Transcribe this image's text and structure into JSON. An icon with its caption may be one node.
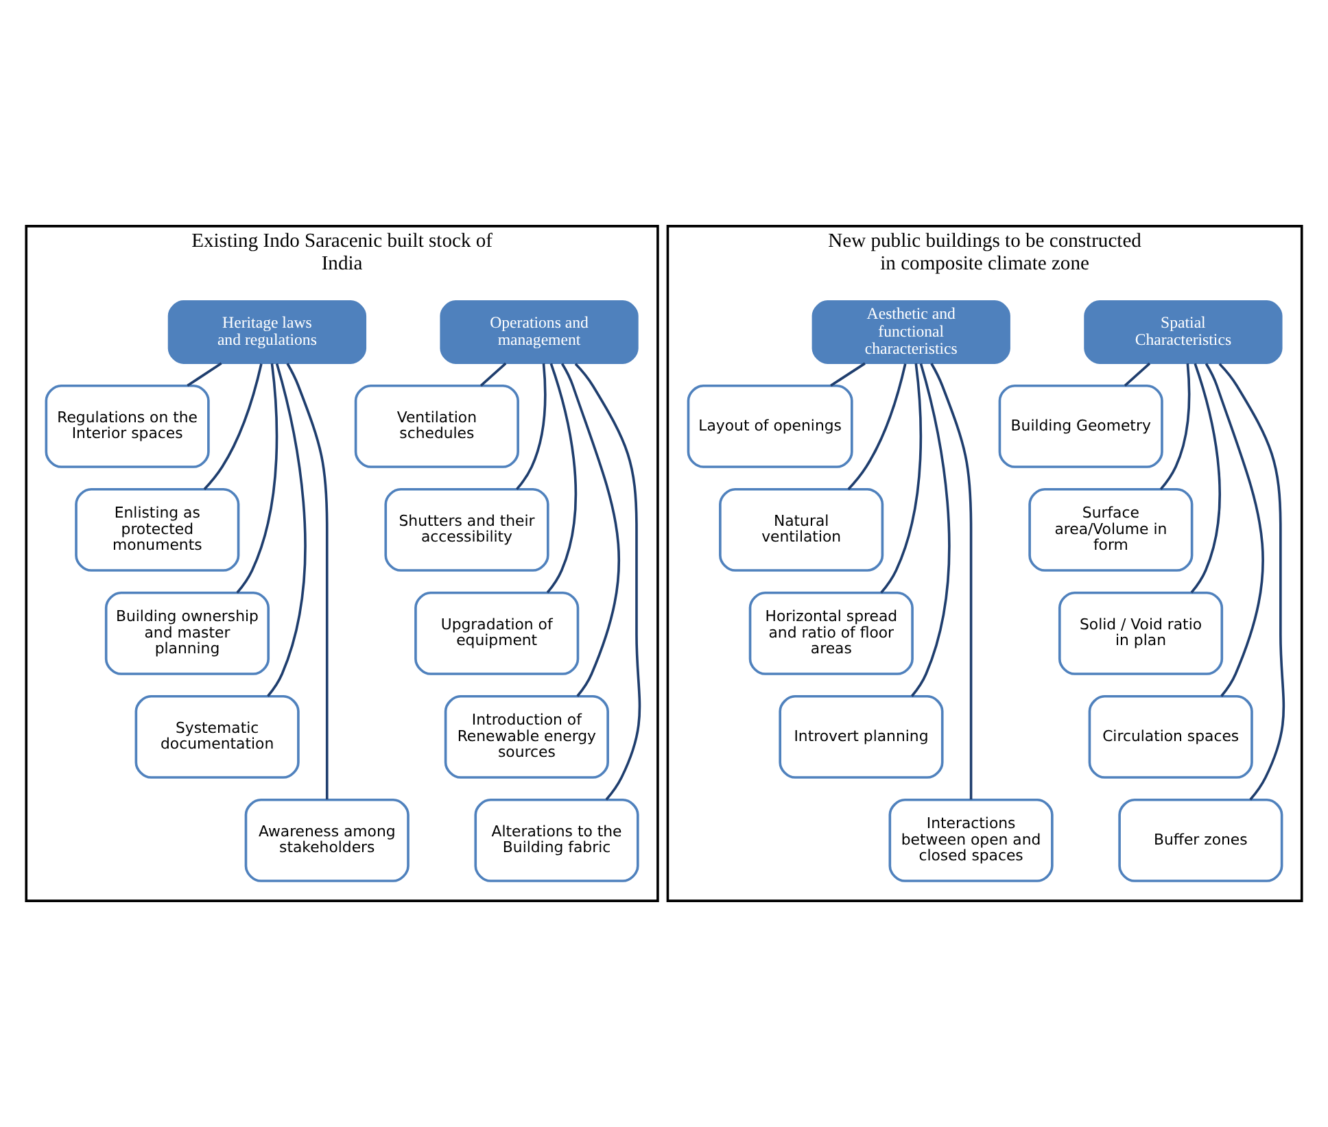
{
  "diagram": {
    "nodes": [
      {
        "text": [
          "Existing Indo Saracenic built stock of India"
        ]
      },
      {
        "text": [
          "Operations and management"
        ],
        "in": 0
      },
      {
        "text": [
          "Ventilation schedules"
        ],
        "in": 0
      },
      {
        "text": [
          "Shutters and their accessibility"
        ],
        "in": 0
      },
      {
        "text": [
          "Upgradation of equipment"
        ],
        "in": 0
      },
      {
        "text": [
          "Introduction of Renewable energy sources"
        ],
        "in": 0
      },
      {
        "text": [
          "Alterations to the Building fabric"
        ],
        "in": 0
      },
      {
        "text": [
          "Heritage laws and regulations"
        ],
        "in": 0
      },
      {
        "text": [
          "Regulations on the Interior spaces"
        ],
        "in": 0
      },
      {
        "text": [
          "Enlisting as protected monuments"
        ],
        "in": 0
      },
      {
        "text": [
          "Building ownership and master planning"
        ],
        "in": 0
      },
      {
        "text": [
          "Systematic documentation"
        ],
        "in": 0
      },
      {
        "text": [
          "Awareness among stakeholders"
        ],
        "in": 0
      },
      {
        "text": [
          "New public buildings to be constructed in composite climate zone"
        ]
      },
      {
        "text": [
          "Spatial Characteristics"
        ],
        "in": 13
      },
      {
        "text": [
          "Building Geometry"
        ],
        "in": 13
      },
      {
        "text": [
          "Surface area/Volume in form"
        ],
        "in": 13
      },
      {
        "text": [
          "Solid / Void ratio in plan"
        ],
        "in": 13
      },
      {
        "text": [
          "Circulation spaces"
        ],
        "in": 13
      },
      {
        "text": [
          "Buffer zones"
        ],
        "in": 13
      },
      {
        "text": [
          "Aesthetic and functional characteristics"
        ],
        "in": 13
      },
      {
        "text": [
          "Layout of openings"
        ],
        "in": 13
      },
      {
        "text": [
          "Natural ventilation"
        ],
        "in": 13
      },
      {
        "text": [
          "Horizontal spread and ratio of floor areas"
        ],
        "in": 13
      },
      {
        "text": [
          "Introvert planning"
        ],
        "in": 13
      },
      {
        "text": [
          "Interactions between open and closed spaces"
        ],
        "in": 13
      }
    ],
    "edges": [
      {
        "from": 1,
        "to": 2,
        "arrow": "none"
      },
      {
        "from": 1,
        "to": 3,
        "arrow": "none"
      },
      {
        "from": 1,
        "to": 4,
        "arrow": "none"
      },
      {
        "from": 1,
        "to": 5,
        "arrow": "none"
      },
      {
        "from": 1,
        "to": 6,
        "arrow": "none"
      },
      {
        "from": 7,
        "to": 8,
        "arrow": "none"
      },
      {
        "from": 7,
        "to": 9,
        "arrow": "none"
      },
      {
        "from": 7,
        "to": 10,
        "arrow": "none"
      },
      {
        "from": 7,
        "to": 11,
        "arrow": "none"
      },
      {
        "from": 7,
        "to": 12,
        "arrow": "none"
      },
      {
        "from": 14,
        "to": 15,
        "arrow": "none"
      },
      {
        "from": 14,
        "to": 16,
        "arrow": "none"
      },
      {
        "from": 14,
        "to": 17,
        "arrow": "none"
      },
      {
        "from": 14,
        "to": 18,
        "arrow": "none"
      },
      {
        "from": 14,
        "to": 19,
        "arrow": "none"
      },
      {
        "from": 20,
        "to": 21,
        "arrow": "none"
      },
      {
        "from": 20,
        "to": 22,
        "arrow": "none"
      },
      {
        "from": 20,
        "to": 23,
        "arrow": "none"
      },
      {
        "from": 20,
        "to": 24,
        "arrow": "none"
      },
      {
        "from": 20,
        "to": 25,
        "arrow": "none"
      }
    ]
  }
}
